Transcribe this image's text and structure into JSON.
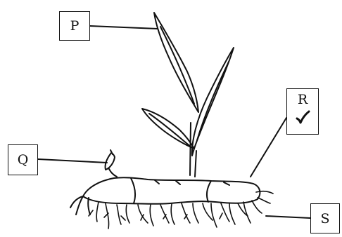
{
  "labels": {
    "p": "P",
    "q": "Q",
    "r": "R",
    "s": "S"
  },
  "marks": {
    "r_tick_icon": "check-mark-icon"
  }
}
